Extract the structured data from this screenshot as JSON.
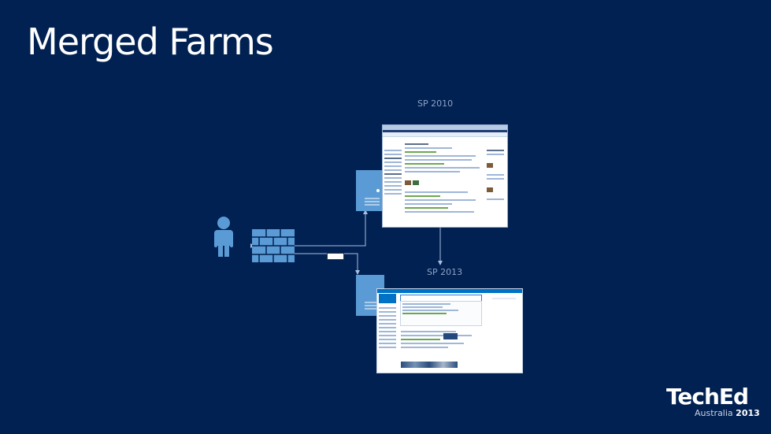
{
  "slide": {
    "title": "Merged Farms"
  },
  "labels": {
    "sp2010": "SP 2010",
    "sp2013": "SP 2013"
  },
  "icons": {
    "user": "person-icon",
    "firewall": "firewall-icon",
    "server_upper": "server-icon",
    "server_lower": "server-icon"
  },
  "colors": {
    "background": "#012152",
    "diagram_blue": "#5b9bd5",
    "connector": "#a7bfe0"
  },
  "logo": {
    "brand": "TechEd",
    "region": "Australia",
    "year": "2013"
  }
}
